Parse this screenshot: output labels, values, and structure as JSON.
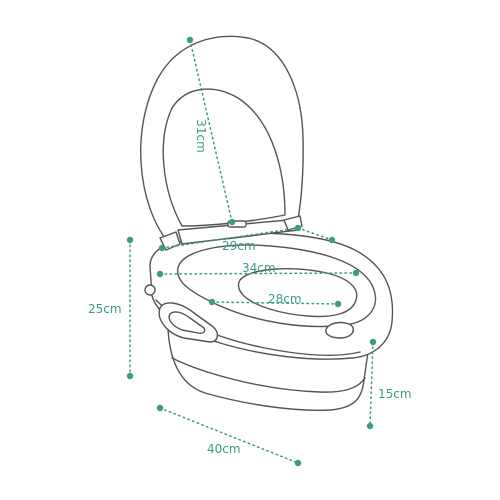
{
  "product_outline": {
    "name": "potty",
    "outline_color": "#555555",
    "fill_color": "#ffffff"
  },
  "accent_color": "#3a9b88",
  "dimensions": {
    "lid_height": "31cm",
    "lid_width": "29cm",
    "seat_width": "34cm",
    "opening_width": "28cm",
    "total_height": "25cm",
    "base_height": "15cm",
    "base_depth": "40cm"
  }
}
